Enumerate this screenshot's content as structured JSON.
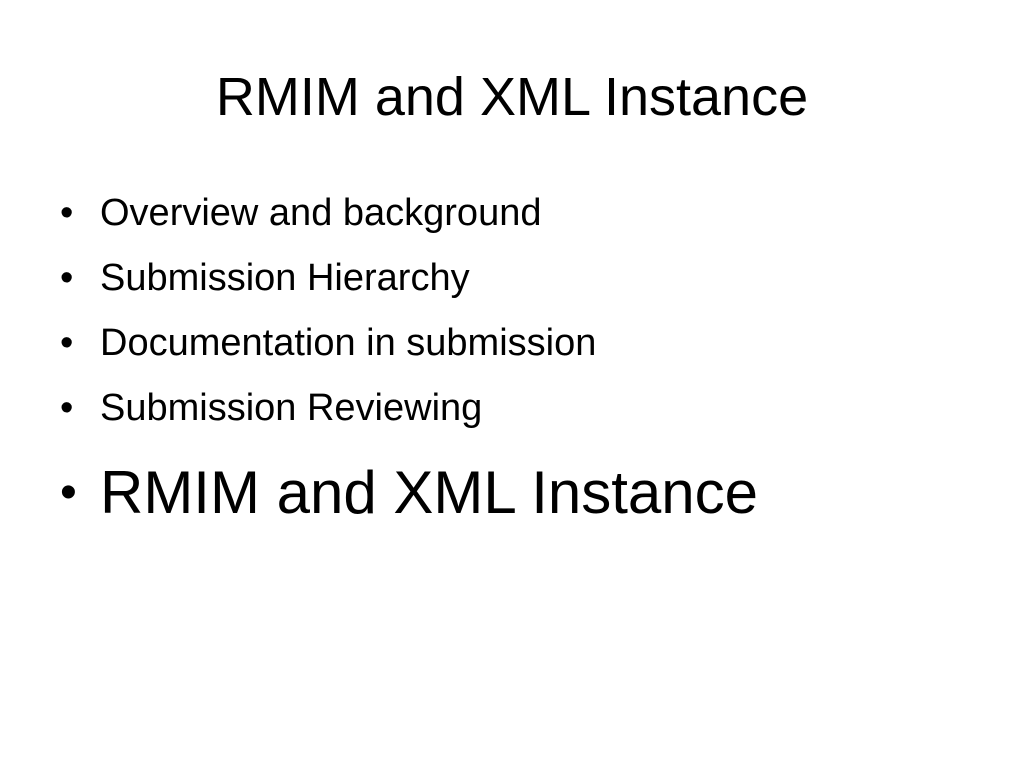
{
  "slide": {
    "title": "RMIM and XML Instance",
    "bullet_glyph": "•",
    "bullets": [
      {
        "text": "Overview and background",
        "emphasis": false
      },
      {
        "text": "Submission Hierarchy",
        "emphasis": false
      },
      {
        "text": "Documentation in submission",
        "emphasis": false
      },
      {
        "text": "Submission Reviewing",
        "emphasis": false
      },
      {
        "text": "RMIM and XML Instance",
        "emphasis": true
      }
    ]
  },
  "colors": {
    "background": "#ffffff",
    "text": "#000000"
  }
}
